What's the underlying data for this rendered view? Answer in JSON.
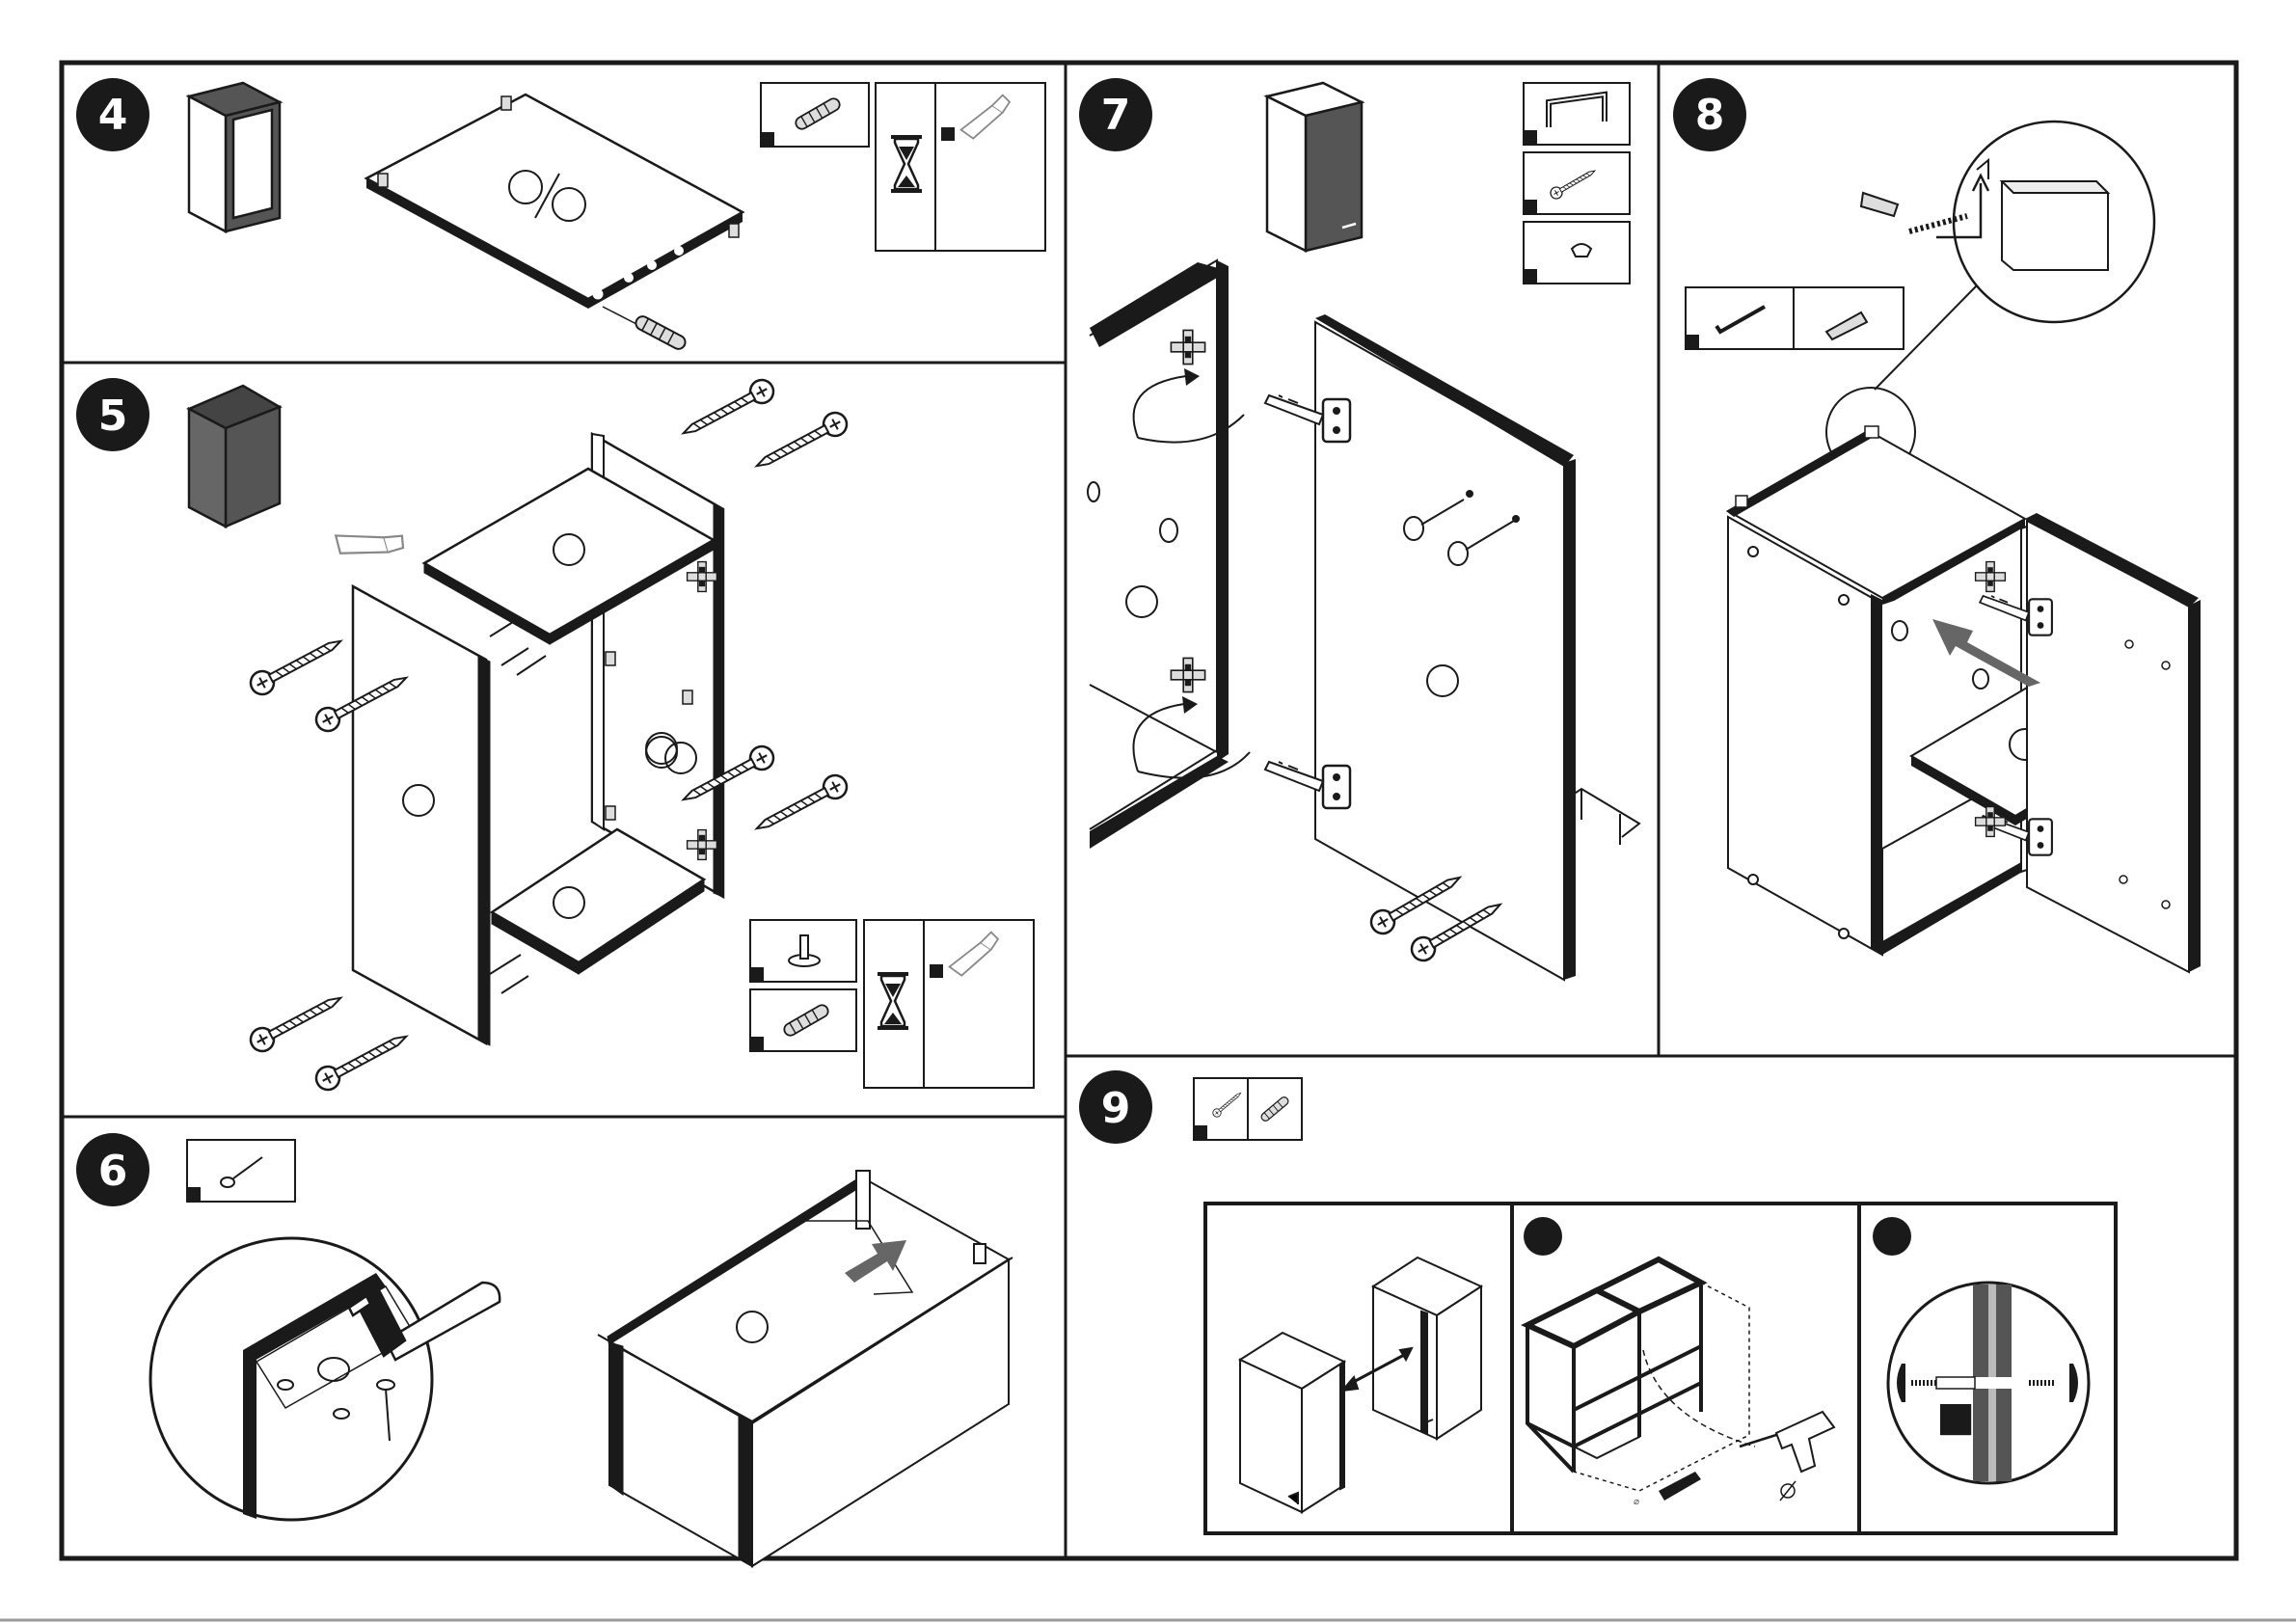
{
  "document": {
    "steps": [
      {
        "id": "step4",
        "number": "4"
      },
      {
        "id": "step5",
        "number": "5"
      },
      {
        "id": "step6",
        "number": "6"
      },
      {
        "id": "step7",
        "number": "7"
      },
      {
        "id": "step8",
        "number": "8"
      },
      {
        "id": "step9",
        "number": "9"
      }
    ]
  },
  "colors": {
    "ink": "#1a1a1a",
    "panel_dark": "#555555",
    "paper": "#ffffff",
    "light_gray": "#dddddd"
  },
  "icons": [
    "dowel-icon",
    "hourglass-icon",
    "glue-icon",
    "handle-icon",
    "screw-icon",
    "knob-icon",
    "nail-icon",
    "hammer-icon",
    "hinge-icon",
    "allen-key-icon",
    "wall-plug-icon",
    "leveling-foot-icon",
    "drill-icon",
    "arrow-icon"
  ]
}
